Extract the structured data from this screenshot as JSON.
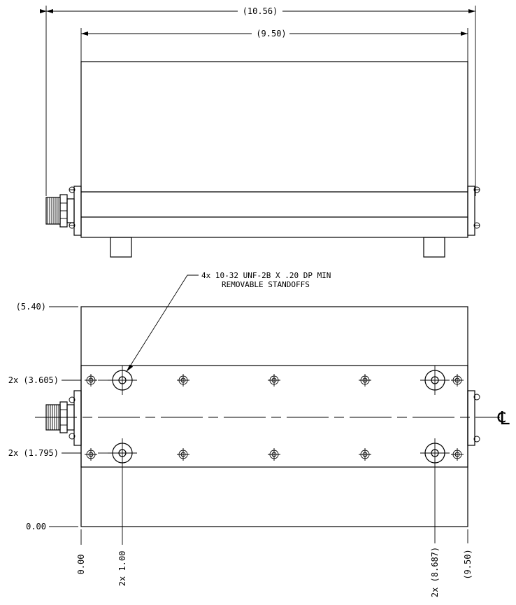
{
  "dimensions": {
    "overall_length": "(10.56)",
    "body_length": "(9.50)",
    "y_top": "(5.40)",
    "y_hole_upper": "2x (3.605)",
    "y_hole_lower": "2x (1.795)",
    "y_zero": "0.00",
    "x_zero": "0.00",
    "x_hole_left": "2x 1.00",
    "x_hole_right": "2x (8.687)",
    "x_end": "(9.50)"
  },
  "note": {
    "line1": "4x 10-32 UNF-2B X .20 DP MIN",
    "line2": "REMOVABLE STANDOFFS"
  }
}
